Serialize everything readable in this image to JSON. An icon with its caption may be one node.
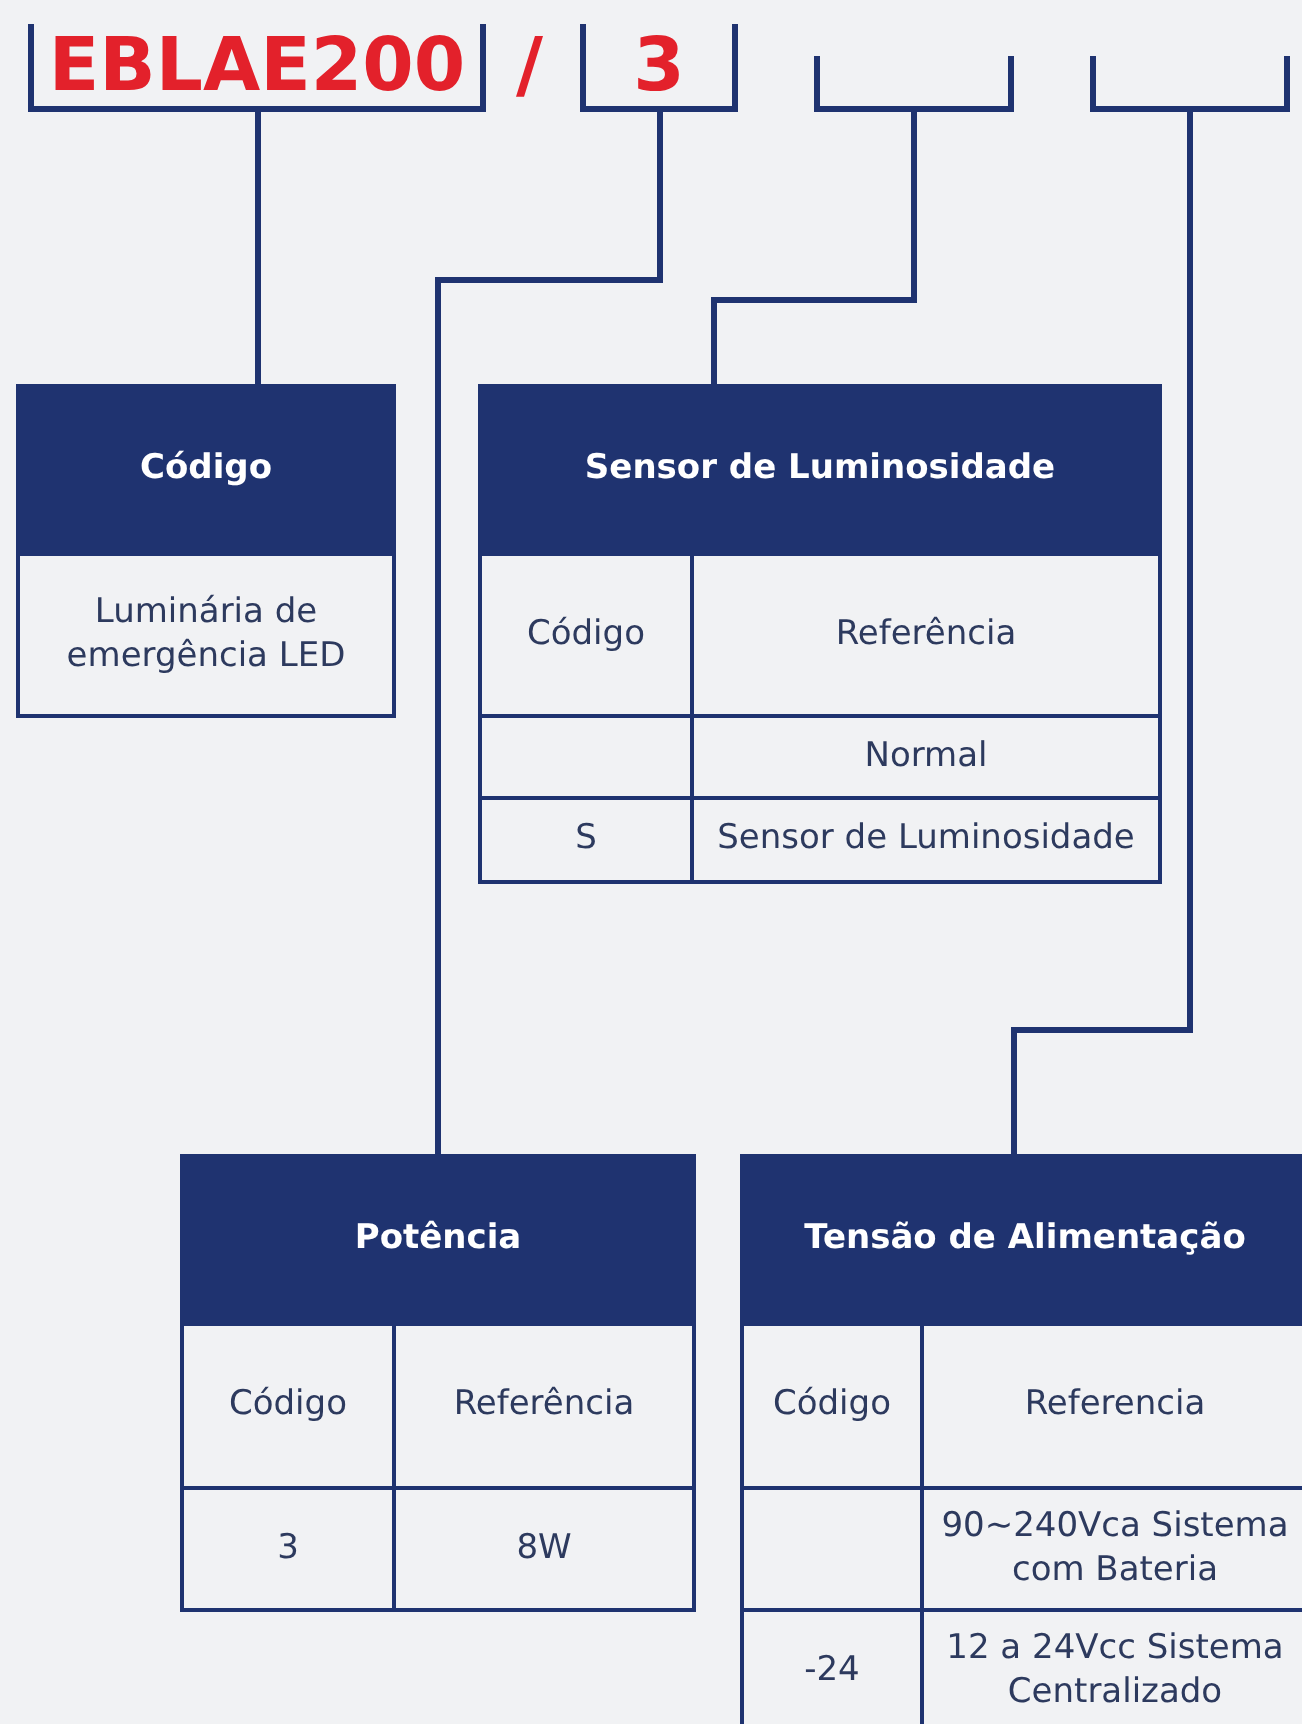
{
  "diagram": {
    "nodes": [
      {
        "text": [
          "EBLAE200"
        ]
      },
      {
        "text": [
          "3"
        ]
      },
      {
        "text": [],
        "shape": "bracket"
      },
      {
        "text": [],
        "shape": "bracket"
      },
      {
        "text": [
          "Código"
        ]
      },
      {
        "text": [
          "Luminária de emergência LED"
        ],
        "in": 4
      },
      {
        "text": [
          "Sensor de Luminosidade"
        ]
      },
      {
        "text": [
          "Código"
        ],
        "in": 6
      },
      {
        "text": [
          "Referência"
        ],
        "in": 6
      },
      {
        "text": [
          "Normal"
        ],
        "in": 6
      },
      {
        "text": [
          "S"
        ],
        "in": 6
      },
      {
        "text": [
          "Sensor de Luminosidade"
        ],
        "in": 6
      },
      {
        "text": [
          "Potência"
        ]
      },
      {
        "text": [
          "Código"
        ],
        "in": 12
      },
      {
        "text": [
          "Referência"
        ],
        "in": 12
      },
      {
        "text": [
          "3"
        ],
        "in": 12
      },
      {
        "text": [
          "8W"
        ],
        "in": 12
      },
      {
        "text": [
          "Tensão de Alimentação"
        ]
      },
      {
        "text": [
          "Código"
        ],
        "in": 17
      },
      {
        "text": [
          "Referencia"
        ],
        "in": 17
      },
      {
        "text": [
          "90~240Vca Sistema com Bateria"
        ],
        "in": 17
      },
      {
        "text": [
          "-24"
        ],
        "in": 17
      },
      {
        "text": [
          "12 a 24Vcc Sistema Centralizado"
        ],
        "in": 17
      }
    ],
    "edges": [
      {
        "from": 0,
        "to": 4,
        "arrow": "none"
      },
      {
        "from": 1,
        "to": 12,
        "arrow": "none"
      },
      {
        "from": 2,
        "to": 6,
        "arrow": "none"
      },
      {
        "from": 3,
        "to": 17,
        "arrow": "none"
      }
    ],
    "labels": [
      "/"
    ]
  }
}
